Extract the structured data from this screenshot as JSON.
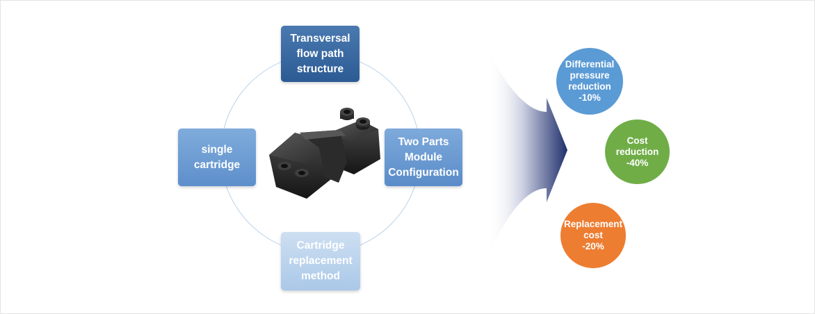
{
  "diagram": {
    "center_image": "product-cartridge-module-image",
    "features": {
      "top": "Transversal\nflow path\nstructure",
      "left": "single\ncartridge",
      "right": "Two Parts\nModule\nConfiguration",
      "bottom": "Cartridge\nreplacement\nmethod"
    },
    "results": [
      {
        "text": "Differential\npressure\nreduction\n-10%",
        "color": "#5b9bd5"
      },
      {
        "text": "Cost\nreduction\n-40%",
        "color": "#70ad47"
      },
      {
        "text": "Replacement\ncost\n-20%",
        "color": "#ed7d31"
      }
    ],
    "colors": {
      "feature_dark": "#2c5b94",
      "feature_mid": "#5d8fcb",
      "feature_light": "#aac8e8",
      "arrow": "#1f2f6b"
    }
  }
}
